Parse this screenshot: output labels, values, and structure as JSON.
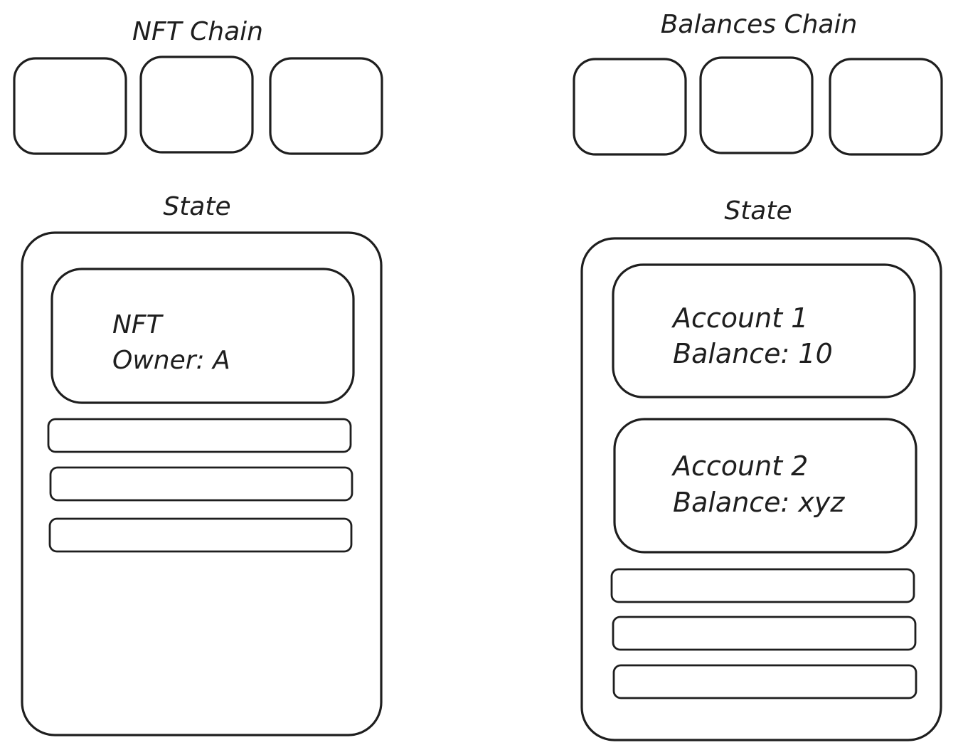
{
  "left": {
    "chain_title": "NFT Chain",
    "state_title": "State",
    "nft_card": {
      "line1": "NFT",
      "line2": "Owner: A"
    }
  },
  "right": {
    "chain_title": "Balances Chain",
    "state_title": "State",
    "account_cards": [
      {
        "line1": "Account 1",
        "line2": "Balance: 10"
      },
      {
        "line1": "Account 2",
        "line2": "Balance: xyz"
      }
    ]
  }
}
